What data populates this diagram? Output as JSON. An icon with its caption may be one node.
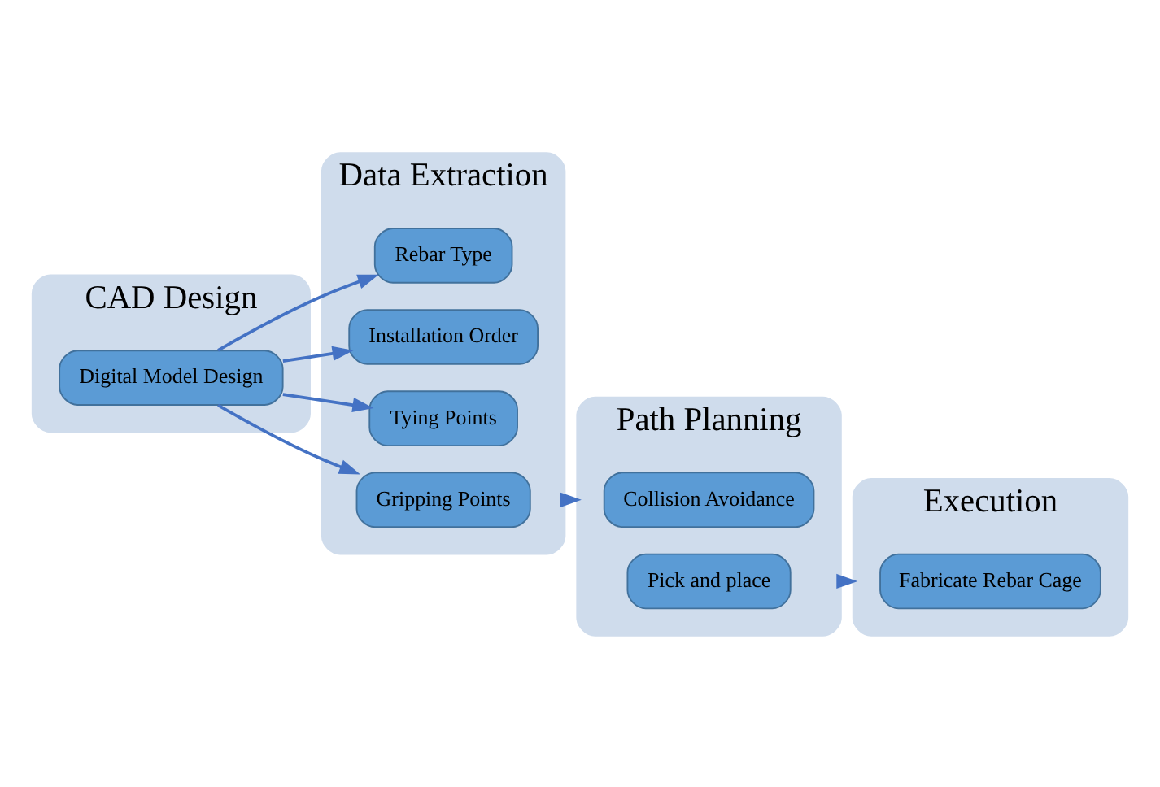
{
  "diagram": {
    "nodes": [
      {
        "text": [
          "CAD Design"
        ]
      },
      {
        "text": [
          "Digital Model Design"
        ],
        "in": 0
      },
      {
        "text": [
          "Data Extraction"
        ]
      },
      {
        "text": [
          "Rebar Type"
        ],
        "in": 2
      },
      {
        "text": [
          "Installation Order"
        ],
        "in": 2
      },
      {
        "text": [
          "Tying Points"
        ],
        "in": 2
      },
      {
        "text": [
          "Gripping Points"
        ],
        "in": 2
      },
      {
        "text": [
          "Path Planning"
        ]
      },
      {
        "text": [
          "Collision Avoidance"
        ],
        "in": 7
      },
      {
        "text": [
          "Pick and place"
        ],
        "in": 7
      },
      {
        "text": [
          "Execution"
        ]
      },
      {
        "text": [
          "Fabricate Rebar Cage"
        ],
        "in": 10
      }
    ],
    "edges": [
      {
        "from": 1,
        "to": 3,
        "arrow": "to"
      },
      {
        "from": 1,
        "to": 4,
        "arrow": "to"
      },
      {
        "from": 1,
        "to": 5,
        "arrow": "to"
      },
      {
        "from": 1,
        "to": 6,
        "arrow": "to"
      },
      {
        "from": 2,
        "to": 7,
        "arrow": "to"
      },
      {
        "from": 7,
        "to": 10,
        "arrow": "to"
      }
    ]
  }
}
